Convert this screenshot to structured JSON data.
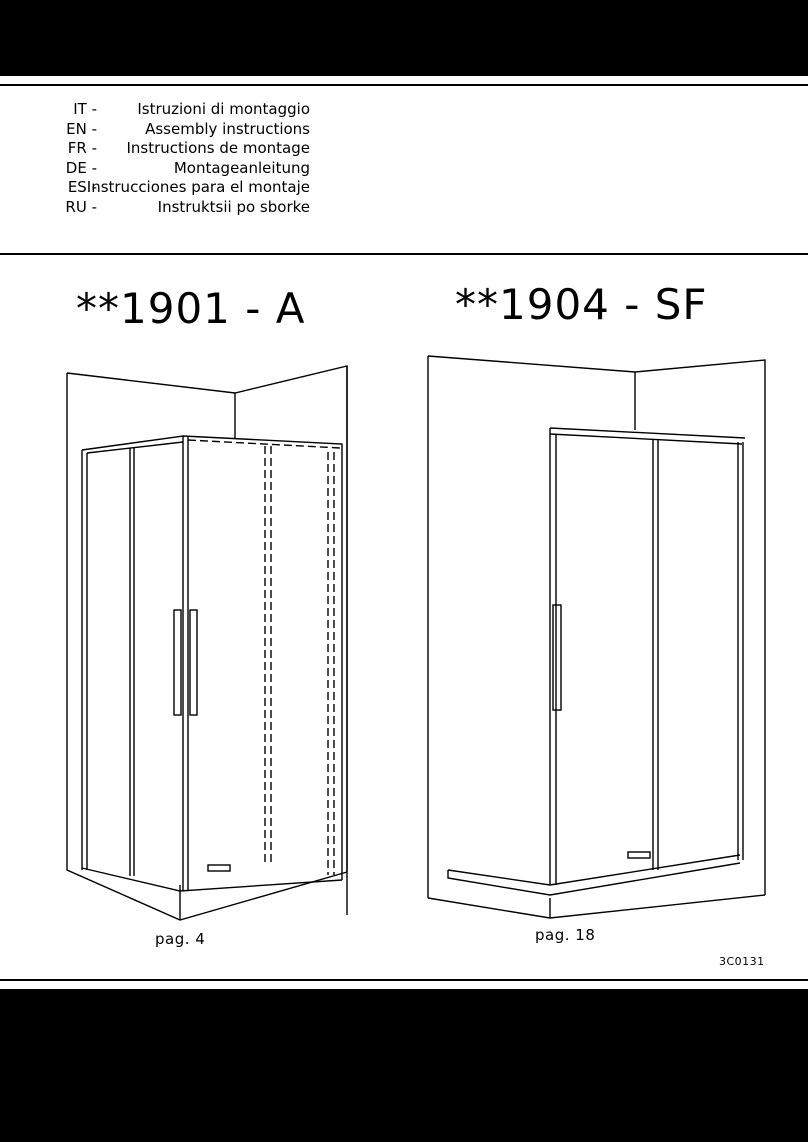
{
  "header": {
    "languages": [
      {
        "code": "IT -",
        "text": "Istruzioni di montaggio"
      },
      {
        "code": "EN -",
        "text": "Assembly instructions"
      },
      {
        "code": "FR -",
        "text": "Instructions de montage"
      },
      {
        "code": "DE -",
        "text": "Montageanleitung"
      },
      {
        "code": "ES -",
        "text": "Instrucciones para el montaje"
      },
      {
        "code": "RU -",
        "text": "Instruktsii po sborke"
      }
    ]
  },
  "models": [
    {
      "title": "**1901 - A",
      "page_ref": "pag. 4"
    },
    {
      "title": "**1904 - SF",
      "page_ref": "pag. 18"
    }
  ],
  "footer": {
    "doc_code": "3C0131"
  }
}
